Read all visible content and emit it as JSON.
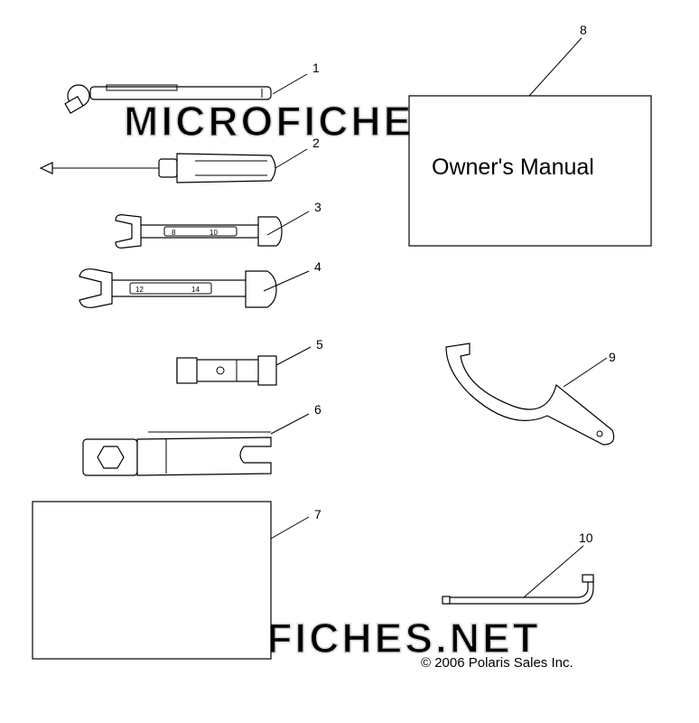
{
  "callouts": [
    "1",
    "2",
    "3",
    "4",
    "5",
    "6",
    "7",
    "8",
    "9",
    "10"
  ],
  "manual_title": "Owner's Manual",
  "wrench_small_sizes": [
    "8",
    "10"
  ],
  "wrench_large_sizes": [
    "12",
    "14"
  ],
  "copyright": "© 2006 Polaris Sales Inc.",
  "watermark": "MICROFICHES.NET"
}
